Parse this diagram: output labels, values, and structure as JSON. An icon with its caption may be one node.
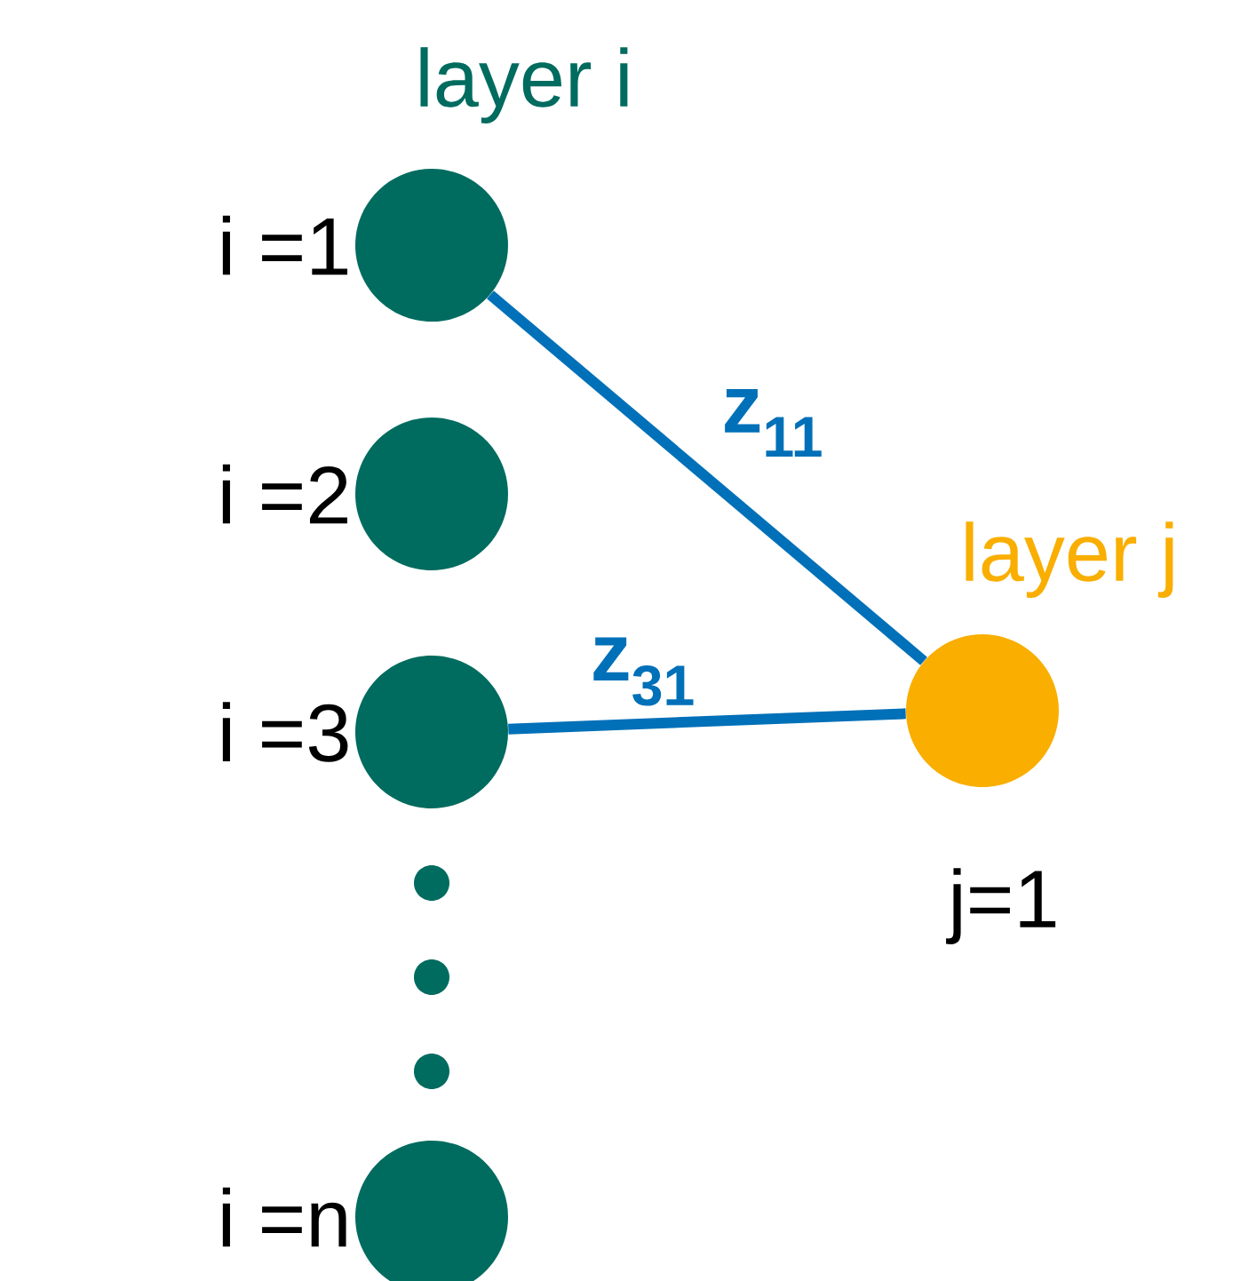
{
  "diagram": {
    "nodes": [
      {
        "text": [],
        "shape": "circle",
        "beside": [
          "i =1"
        ]
      },
      {
        "text": [],
        "shape": "circle",
        "beside": [
          "i =2"
        ]
      },
      {
        "text": [],
        "shape": "circle",
        "beside": [
          "i =3"
        ]
      },
      {
        "text": [],
        "shape": "circle",
        "beside": [
          "i =n"
        ]
      },
      {
        "text": [],
        "shape": "circle",
        "beside": [
          "j=1"
        ]
      }
    ],
    "edges": [
      {
        "from": 0,
        "to": 4,
        "arrow": "none",
        "label": "z$_{11}$"
      },
      {
        "from": 2,
        "to": 4,
        "arrow": "none",
        "label": "z$_{31}$"
      }
    ],
    "labels": [
      "layer i",
      "layer j"
    ]
  }
}
